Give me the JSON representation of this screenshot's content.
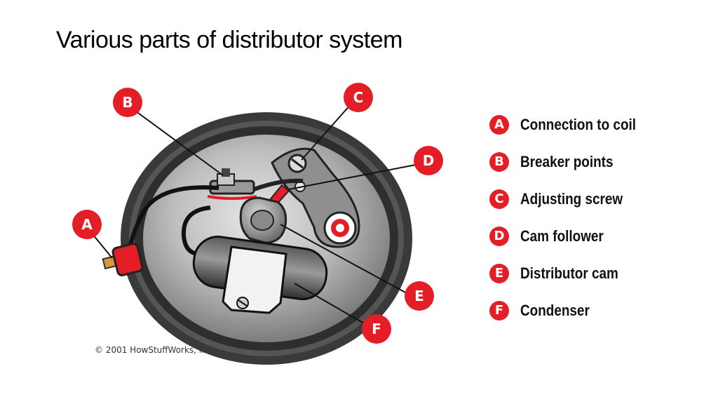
{
  "title": "Various parts of distributor system",
  "legend": [
    {
      "letter": "A",
      "label": "Connection to coil"
    },
    {
      "letter": "B",
      "label": "Breaker points"
    },
    {
      "letter": "C",
      "label": "Adjusting screw"
    },
    {
      "letter": "D",
      "label": "Cam follower"
    },
    {
      "letter": "E",
      "label": "Distributor cam"
    },
    {
      "letter": "F",
      "label": "Condenser"
    }
  ],
  "callouts": [
    "A",
    "B",
    "C",
    "D",
    "E",
    "F"
  ],
  "copyright": "© 2001 HowStuffWorks, Inc.",
  "colors": {
    "accent_red": "#e41e26",
    "housing_dark": "#3a3a3a",
    "plate_metal": "#b8b8b8"
  }
}
